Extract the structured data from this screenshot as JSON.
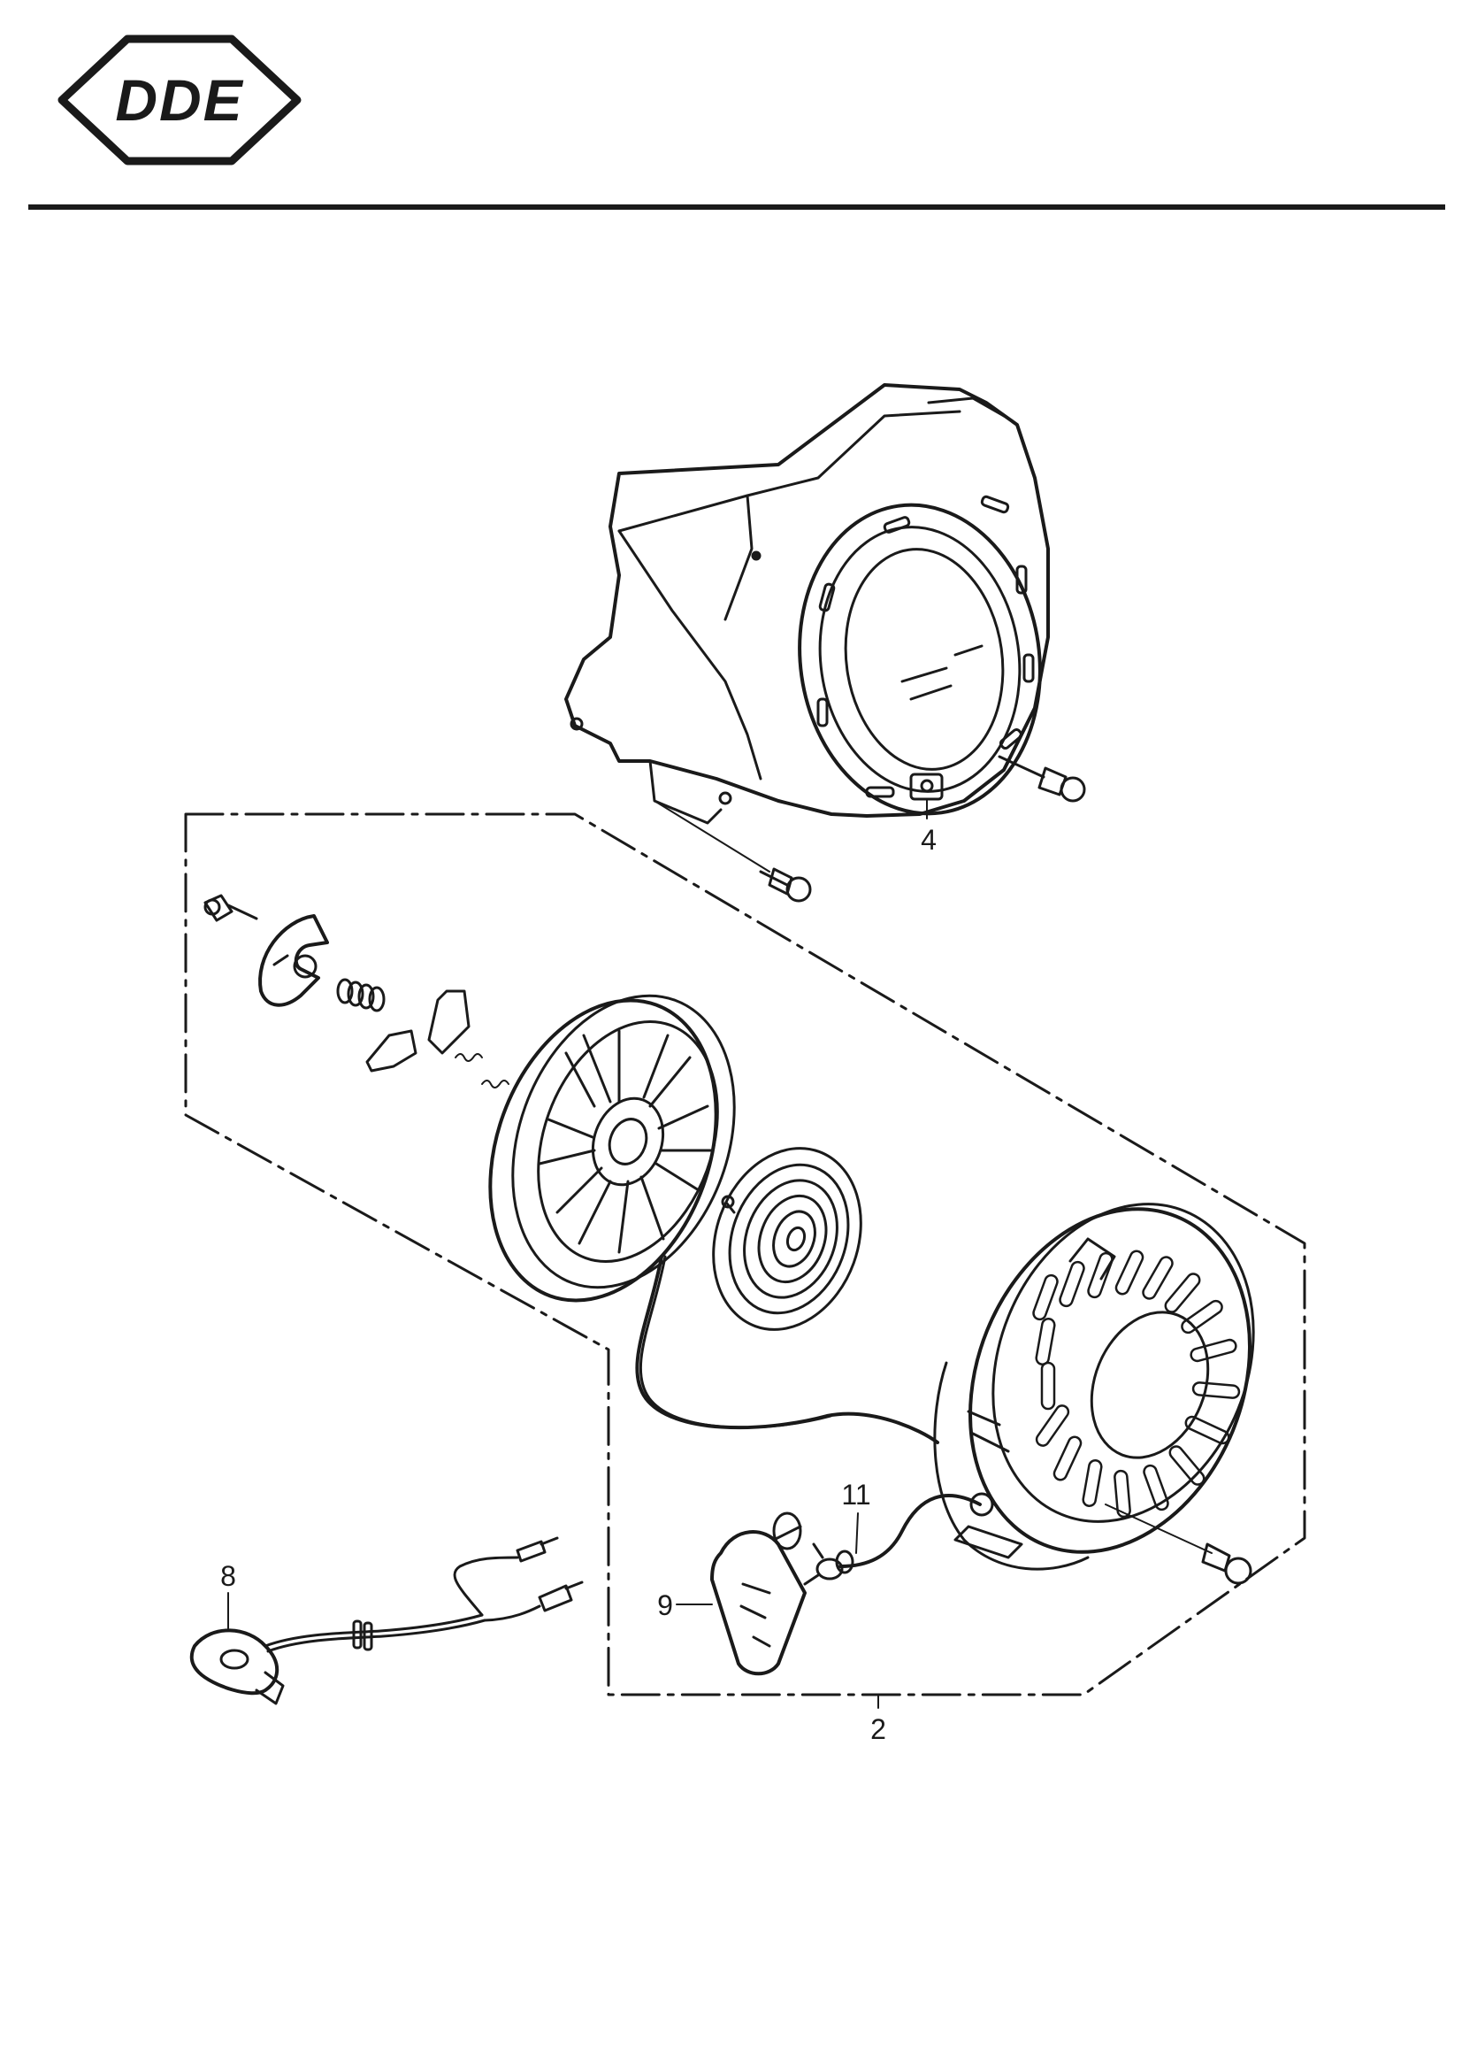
{
  "header": {
    "logo_text": "DDE"
  },
  "callouts": [
    {
      "id": "c4",
      "label": "4"
    },
    {
      "id": "c11",
      "label": "11"
    },
    {
      "id": "c8",
      "label": "8"
    },
    {
      "id": "c9",
      "label": "9"
    },
    {
      "id": "c2",
      "label": "2"
    }
  ],
  "colors": {
    "ink": "#1a1a1a",
    "paper": "#ffffff"
  },
  "icons": {
    "logo": "diamond-logo-icon"
  }
}
